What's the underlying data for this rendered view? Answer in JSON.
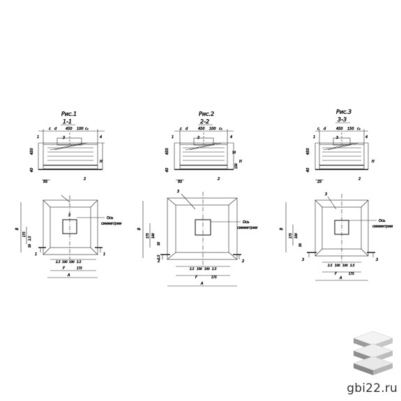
{
  "figures": [
    {
      "caption": "Рис.1",
      "section": "1-1",
      "top_dims": [
        "c",
        "d",
        "450",
        "100",
        "c₁"
      ],
      "height_dims": [
        "450",
        "40"
      ],
      "bottom_dims": [
        "95"
      ],
      "callouts": [
        "1",
        "3",
        "4",
        "H",
        "2"
      ],
      "plan_dims": [
        "B",
        "175",
        "2.5",
        "50"
      ],
      "plan_bottom_dims": [
        "2.5",
        "100",
        "100",
        "2.5",
        "F",
        "175",
        "A"
      ],
      "cut_marks": [
        "1",
        "1"
      ],
      "axis_label": [
        "Ось",
        "симметрии"
      ]
    },
    {
      "caption": "Рис.2",
      "section": "2-2",
      "top_dims": [
        "c",
        "d",
        "450",
        "100",
        "c₁"
      ],
      "height_dims": [
        "450",
        "40"
      ],
      "bottom_dims": [
        "95"
      ],
      "callouts": [
        "1",
        "3",
        "4",
        "H",
        "2",
        "10",
        "150"
      ],
      "plan_dims": [
        "B",
        "175",
        "100",
        "50",
        "2.5"
      ],
      "plan_bottom_dims": [
        "2.5",
        "100",
        "100",
        "2.5",
        "F",
        "175",
        "A"
      ],
      "cut_marks": [
        "2",
        "2"
      ],
      "axis_label": [
        "Ось",
        "симметрии"
      ]
    },
    {
      "caption": "Рис.3",
      "section": "3-3",
      "top_dims": [
        "c",
        "d",
        "450",
        "150",
        "c₁"
      ],
      "height_dims": [
        "450",
        "40"
      ],
      "bottom_dims": [
        "25"
      ],
      "callouts": [
        "1",
        "3",
        "4",
        "H",
        "2"
      ],
      "plan_dims": [
        "B",
        "175",
        "100",
        "50"
      ],
      "plan_bottom_dims": [
        "2.5",
        "100",
        "100",
        "2.5",
        "F",
        "175",
        "A"
      ],
      "cut_marks": [
        "3",
        "3"
      ],
      "axis_label": [
        "Ось",
        "симметрии"
      ]
    }
  ],
  "logo": {
    "text": "gbi22.ru"
  }
}
